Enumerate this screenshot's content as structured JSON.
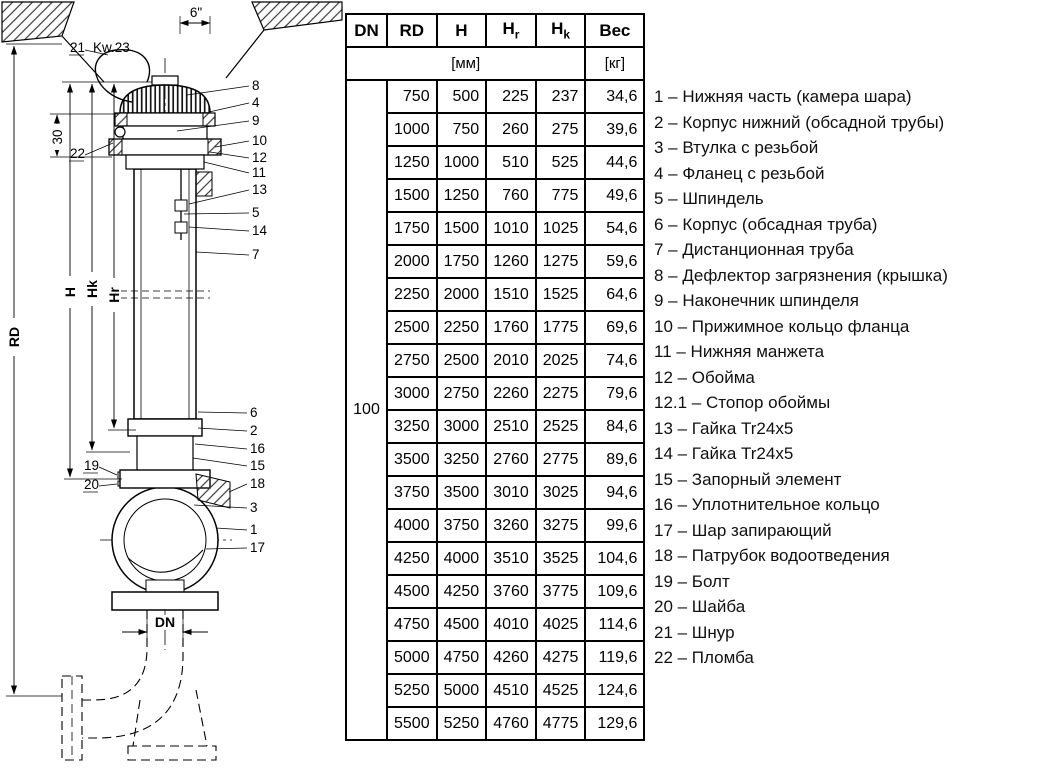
{
  "colors": {
    "background": "#ffffff",
    "line": "#000000"
  },
  "drawing": {
    "dims": {
      "top_width": "6\"",
      "cord_spec": "Kw.23",
      "cap_depth": "30",
      "h": "H",
      "hk": "Hk",
      "hr": "Hr",
      "rd": "RD",
      "dn": "DN"
    },
    "callouts": {
      "n1": "1",
      "n2": "2",
      "n3": "3",
      "n4": "4",
      "n5": "5",
      "n6": "6",
      "n7": "7",
      "n8": "8",
      "n9": "9",
      "n10": "10",
      "n11": "11",
      "n12": "12",
      "n13": "13",
      "n14": "14",
      "n15": "15",
      "n16": "16",
      "n17": "17",
      "n18": "18",
      "n19": "19",
      "n20": "20",
      "n21": "21",
      "n22": "22"
    }
  },
  "table": {
    "headers": [
      {
        "label": "DN"
      },
      {
        "label": "RD"
      },
      {
        "label": "H"
      },
      {
        "label": "H",
        "sub": "r"
      },
      {
        "label": "H",
        "sub": "k"
      },
      {
        "label": "Вес"
      }
    ],
    "units_mm": "[мм]",
    "units_kg": "[кг]",
    "dn_value": "100",
    "rows": [
      [
        "750",
        "500",
        "225",
        "237",
        "34,6"
      ],
      [
        "1000",
        "750",
        "260",
        "275",
        "39,6"
      ],
      [
        "1250",
        "1000",
        "510",
        "525",
        "44,6"
      ],
      [
        "1500",
        "1250",
        "760",
        "775",
        "49,6"
      ],
      [
        "1750",
        "1500",
        "1010",
        "1025",
        "54,6"
      ],
      [
        "2000",
        "1750",
        "1260",
        "1275",
        "59,6"
      ],
      [
        "2250",
        "2000",
        "1510",
        "1525",
        "64,6"
      ],
      [
        "2500",
        "2250",
        "1760",
        "1775",
        "69,6"
      ],
      [
        "2750",
        "2500",
        "2010",
        "2025",
        "74,6"
      ],
      [
        "3000",
        "2750",
        "2260",
        "2275",
        "79,6"
      ],
      [
        "3250",
        "3000",
        "2510",
        "2525",
        "84,6"
      ],
      [
        "3500",
        "3250",
        "2760",
        "2775",
        "89,6"
      ],
      [
        "3750",
        "3500",
        "3010",
        "3025",
        "94,6"
      ],
      [
        "4000",
        "3750",
        "3260",
        "3275",
        "99,6"
      ],
      [
        "4250",
        "4000",
        "3510",
        "3525",
        "104,6"
      ],
      [
        "4500",
        "4250",
        "3760",
        "3775",
        "109,6"
      ],
      [
        "4750",
        "4500",
        "4010",
        "4025",
        "114,6"
      ],
      [
        "5000",
        "4750",
        "4260",
        "4275",
        "119,6"
      ],
      [
        "5250",
        "5000",
        "4510",
        "4525",
        "124,6"
      ],
      [
        "5500",
        "5250",
        "4760",
        "4775",
        "129,6"
      ]
    ]
  },
  "legend": {
    "separator": "–",
    "items": [
      {
        "num": "1",
        "text": "Нижняя часть (камера шара)"
      },
      {
        "num": "2",
        "text": "Корпус нижний (обсадной трубы)"
      },
      {
        "num": "3",
        "text": "Втулка с резьбой"
      },
      {
        "num": "4",
        "text": "Фланец с резьбой"
      },
      {
        "num": "5",
        "text": "Шпиндель"
      },
      {
        "num": "6",
        "text": "Корпус (обсадная труба)"
      },
      {
        "num": "7",
        "text": "Дистанционная труба"
      },
      {
        "num": "8",
        "text": "Дефлектор загрязнения (крышка)"
      },
      {
        "num": "9",
        "text": "Наконечник шпинделя"
      },
      {
        "num": "10",
        "text": "Прижимное кольцо фланца"
      },
      {
        "num": "11",
        "text": "Нижняя манжета"
      },
      {
        "num": "12",
        "text": "Обойма"
      },
      {
        "num": "12.1",
        "text": "Стопор обоймы"
      },
      {
        "num": "13",
        "text": "Гайка Tr24x5"
      },
      {
        "num": "14",
        "text": "Гайка Tr24x5"
      },
      {
        "num": "15",
        "text": "Запорный элемент"
      },
      {
        "num": "16",
        "text": "Уплотнительное кольцо"
      },
      {
        "num": "17",
        "text": "Шар запирающий"
      },
      {
        "num": "18",
        "text": "Патрубок водоотведения"
      },
      {
        "num": "19",
        "text": "Болт"
      },
      {
        "num": "20",
        "text": "Шайба"
      },
      {
        "num": "21",
        "text": "Шнур"
      },
      {
        "num": "22",
        "text": "Пломба"
      }
    ]
  }
}
